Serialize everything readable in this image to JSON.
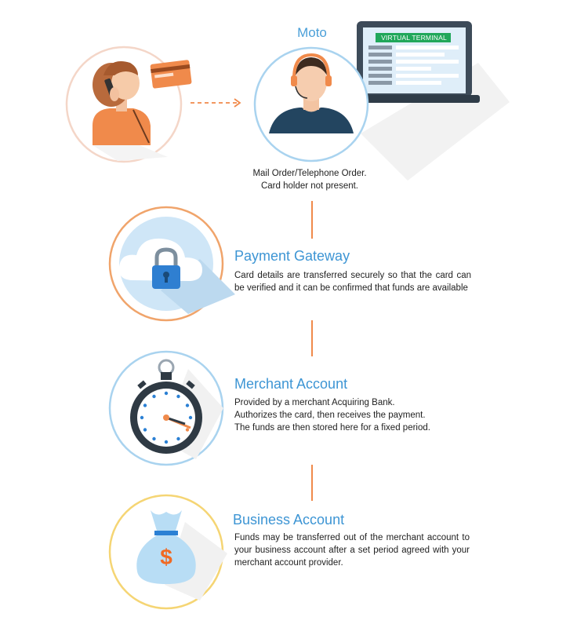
{
  "moto": {
    "title": "Moto",
    "terminal_label": "VIRTUAL TERMINAL",
    "description_line1": "Mail Order/Telephone Order.",
    "description_line2": "Card holder not present."
  },
  "steps": [
    {
      "title": "Payment Gateway",
      "description": "Card details are transferred securely so that the card can be verified and it can be confirmed that funds are available",
      "icon": "cloud-lock-icon",
      "ring_color": "#f0a46b"
    },
    {
      "title": "Merchant Account",
      "description_lines": [
        "Provided by a merchant Acquiring Bank.",
        "Authorizes the card, then receives the payment.",
        "The funds are then stored here for a fixed period."
      ],
      "icon": "stopwatch-icon",
      "ring_color": "#a9d3ef"
    },
    {
      "title": "Business Account",
      "description": "Funds may be transferred out of the merchant account to your business account after a set period agreed with your merchant account provider.",
      "icon": "money-bag-icon",
      "ring_color": "#f5d574"
    }
  ],
  "colors": {
    "accent_blue": "#3d95d4",
    "connector_orange": "#f08a4b"
  }
}
